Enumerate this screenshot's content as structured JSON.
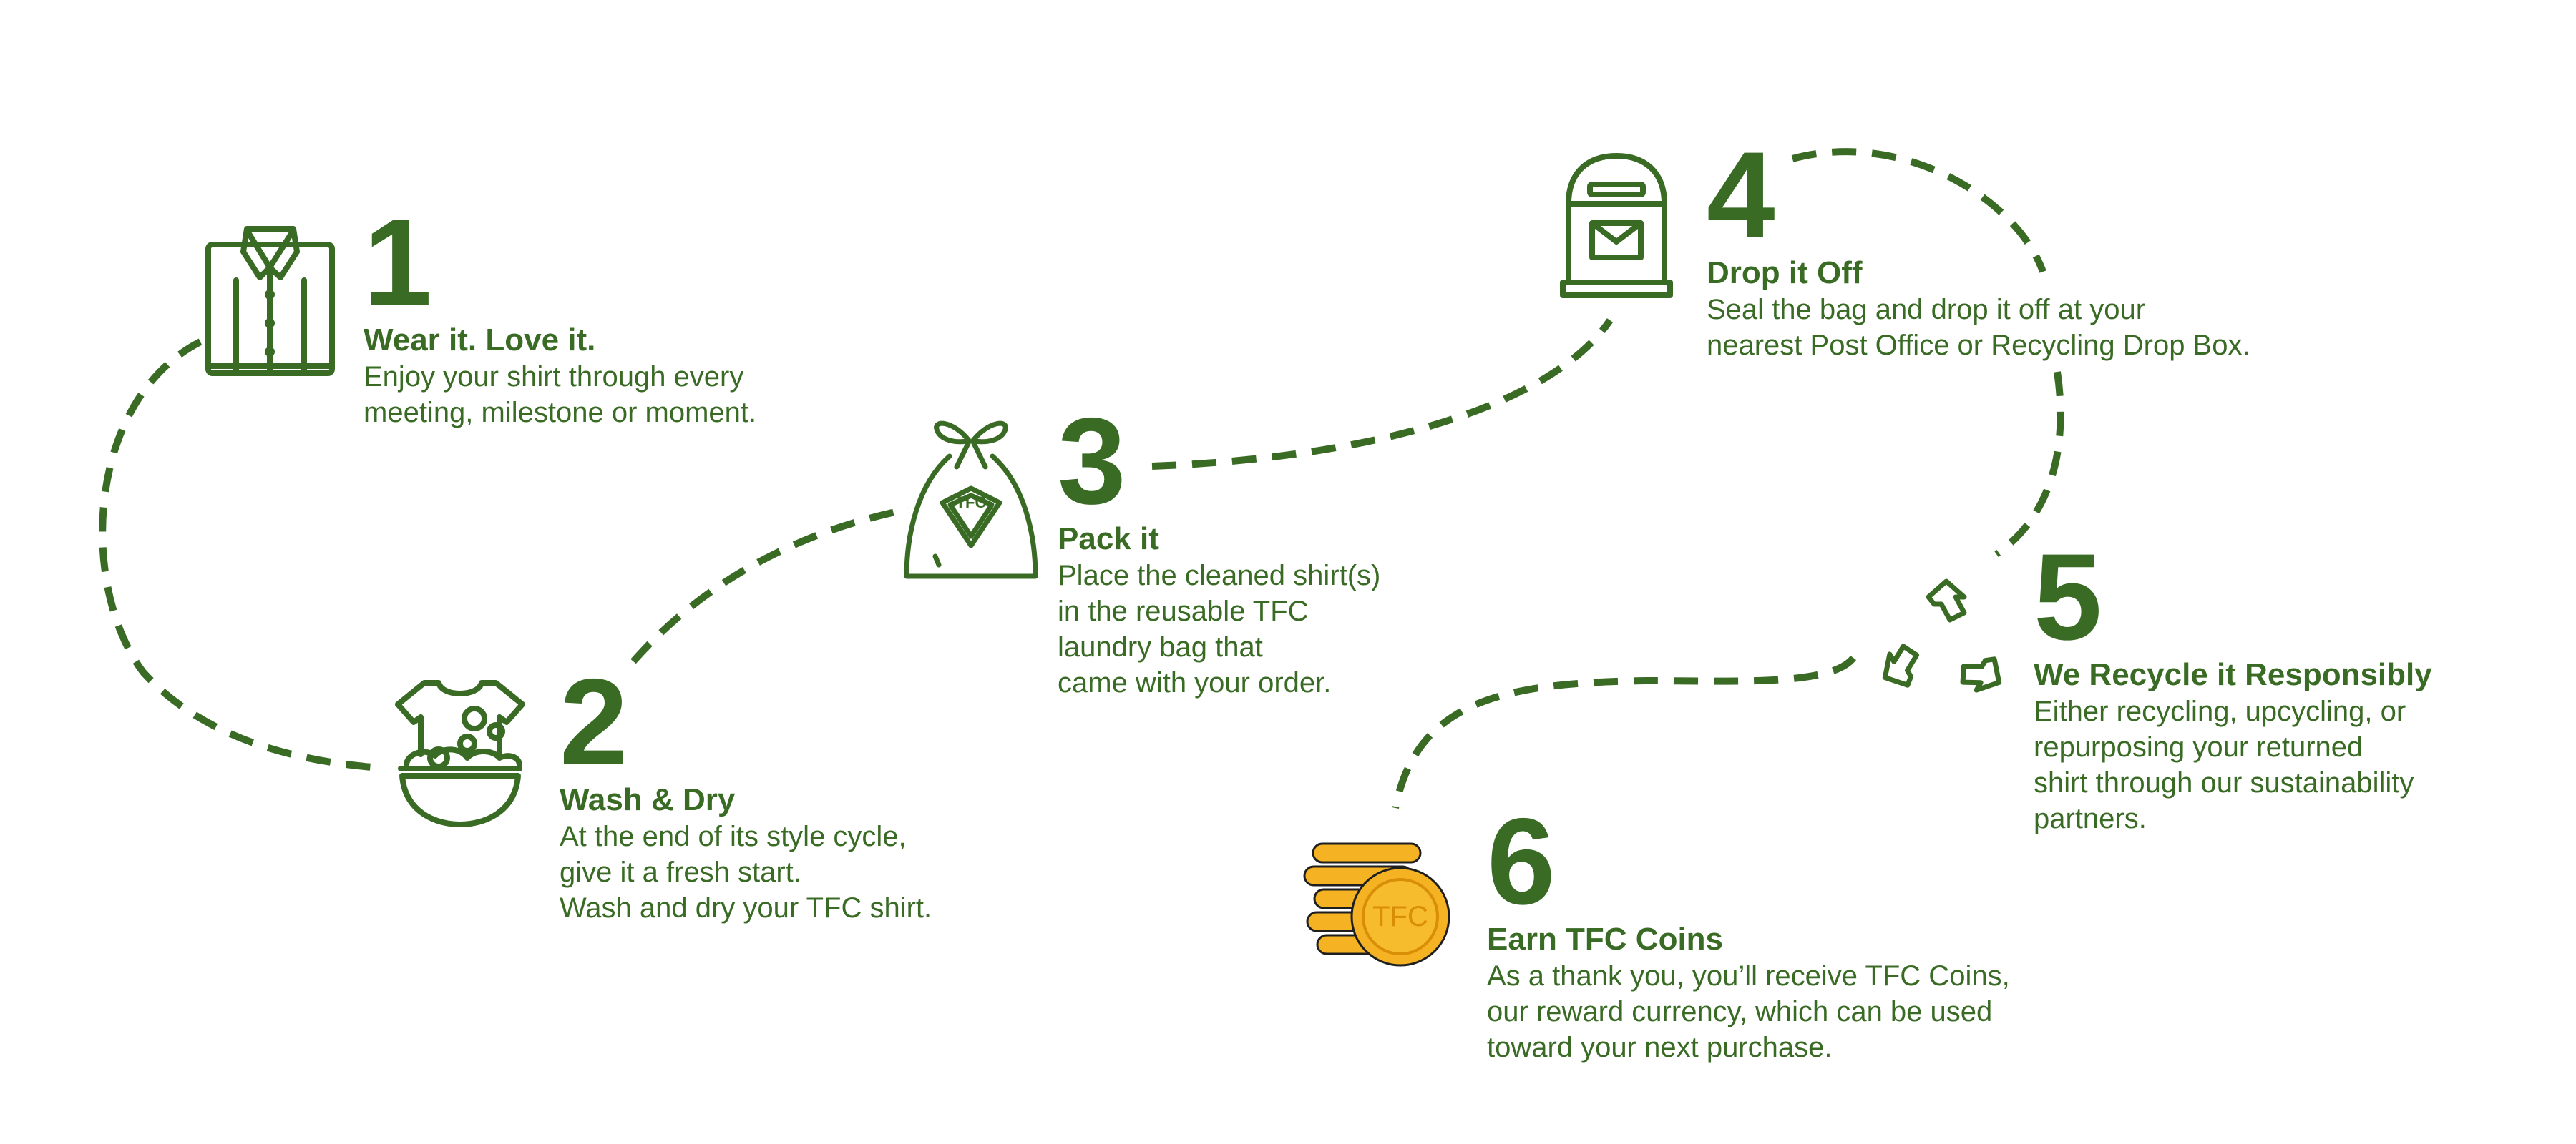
{
  "colors": {
    "primary_green": "#3a6b25",
    "coin_gold": "#f5b324",
    "coin_dark": "#d98e08",
    "background": "#ffffff"
  },
  "steps": [
    {
      "number": "1",
      "title": "Wear it. Love it.",
      "description": "Enjoy your shirt through every\nmeeting, milestone or moment.",
      "icon": "shirt-icon"
    },
    {
      "number": "2",
      "title": "Wash & Dry",
      "description": "At the end of its style cycle,\ngive it a fresh start.\nWash and dry your TFC shirt.",
      "icon": "washing-bowl-icon"
    },
    {
      "number": "3",
      "title": "Pack it",
      "description": "Place the cleaned shirt(s)\nin the reusable TFC\nlaundry bag that\ncame with your order.",
      "icon": "laundry-bag-icon"
    },
    {
      "number": "4",
      "title": "Drop it Off",
      "description": "Seal the bag and drop it off at your\nnearest Post Office or Recycling Drop Box.",
      "icon": "mailbox-icon"
    },
    {
      "number": "5",
      "title": "We Recycle it Responsibly",
      "description": "Either recycling, upcycling, or\nrepurposing your returned\nshirt through our sustainability\npartners.",
      "icon": "recycle-icon"
    },
    {
      "number": "6",
      "title": "Earn TFC Coins",
      "description": "As a thank you, you’ll receive TFC Coins,\nour reward currency, which can be used\ntoward your next purchase.",
      "icon": "coins-icon"
    }
  ],
  "bag_logo_text": "TFC",
  "coin_text": "TFC"
}
